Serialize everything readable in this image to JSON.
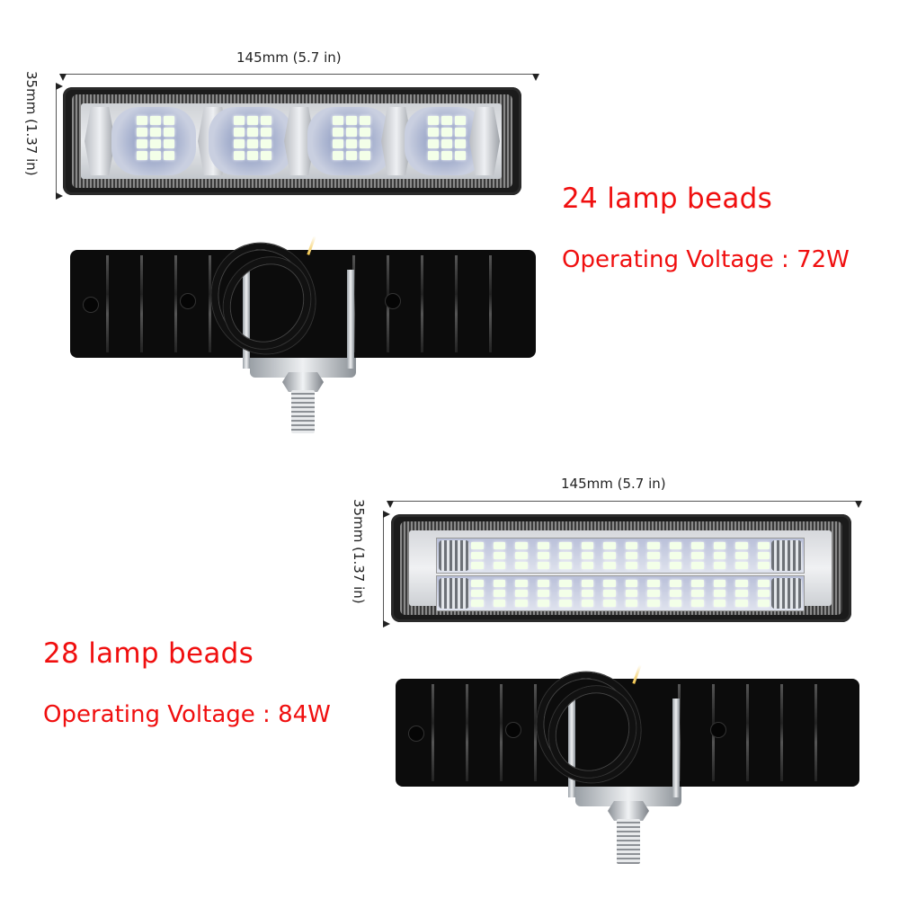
{
  "product_top": {
    "dimension_width": "145mm (5.7 in)",
    "dimension_height": "35mm (1.37 in)",
    "lamp_beads": "24 lamp beads",
    "operating_voltage": "Operating Voltage : 72W",
    "front_view": "front-view-24-led",
    "back_view": "back-view-bracket"
  },
  "product_bottom": {
    "dimension_width": "145mm (5.7 in)",
    "dimension_height": "35mm (1.37 in)",
    "lamp_beads": "28 lamp beads",
    "operating_voltage": "Operating Voltage : 84W",
    "front_view": "front-view-28-led",
    "back_view": "back-view-bracket"
  },
  "colors": {
    "accent_text": "#f00f0f",
    "dimension_text": "#222222",
    "housing": "#111111"
  }
}
